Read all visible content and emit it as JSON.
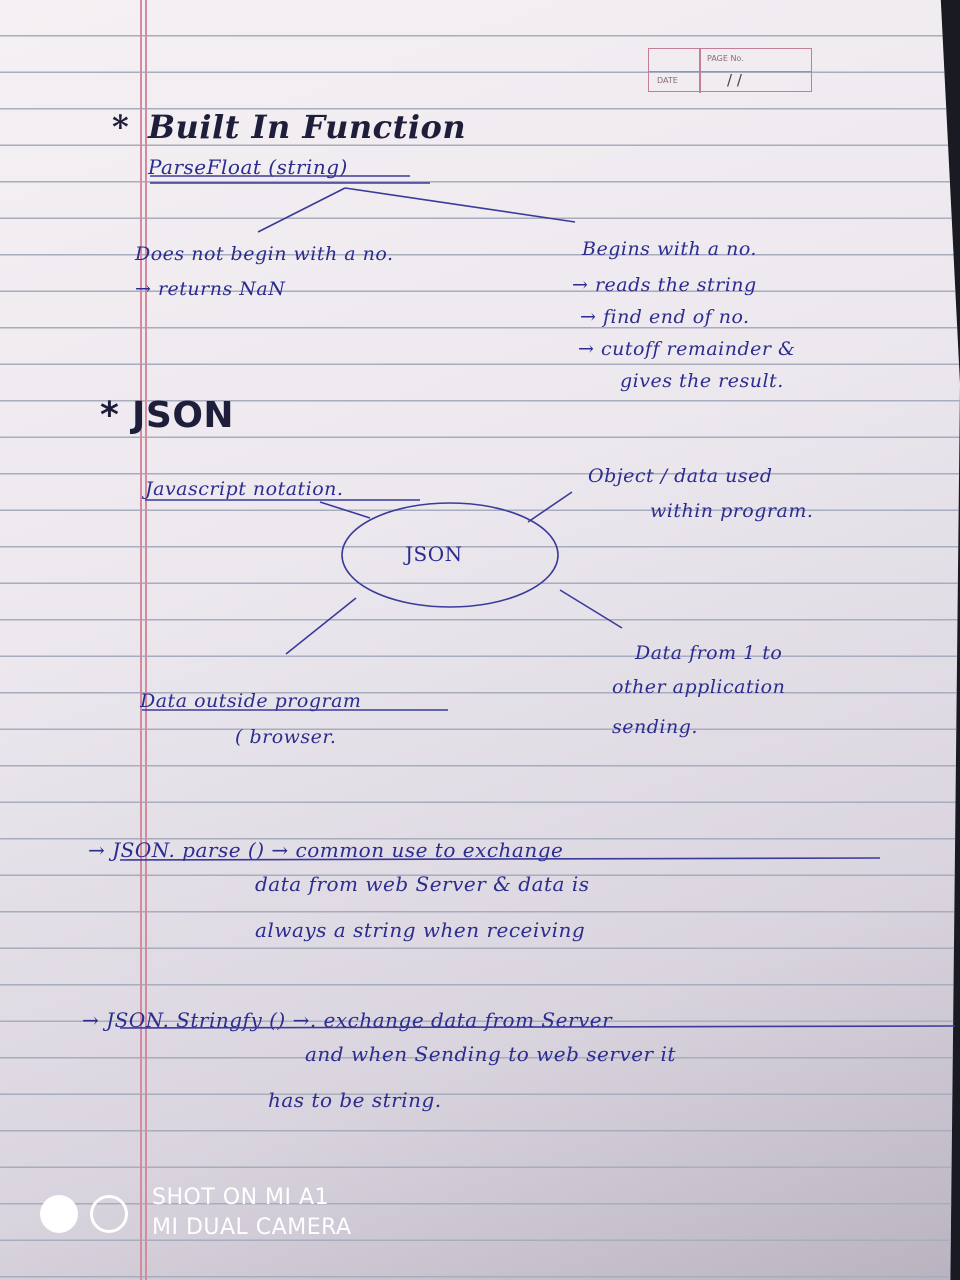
{
  "date_box": {
    "page_label": "PAGE No.",
    "date_label": "DATE",
    "date_value": "/ /"
  },
  "section1": {
    "title": "Built In Function",
    "subtitle": "ParseFloat (string)",
    "left_branch": [
      "Does not begin with a no.",
      "→ returns NaN"
    ],
    "right_branch": [
      "Begins with a no.",
      "→ reads the string",
      "→ find end of no.",
      "→ cutoff remainder &",
      "gives the result."
    ]
  },
  "section2": {
    "title": "JSON",
    "center": "JSON",
    "top_left": "Javascript notation.",
    "top_right": [
      "Object / data used",
      "within program."
    ],
    "bottom_right": [
      "Data from 1 to",
      "other application",
      "sending."
    ],
    "bottom_left": [
      "Data outside program",
      "( browser."
    ]
  },
  "notes": {
    "parse": [
      "→ JSON. parse () → common use to exchange",
      "data from web Server & data is",
      "always a string when receiving"
    ],
    "stringify": [
      "→ JSON. Stringfy () →. exchange data from Server",
      "and when Sending to web server it",
      "has to be string."
    ]
  },
  "camera": {
    "line1": "SHOT ON MI A1",
    "line2": "MI DUAL CAMERA"
  },
  "colors": {
    "ink": "#2b2c8f",
    "margin": "#d58aa0",
    "rule": "#a7adbd"
  }
}
